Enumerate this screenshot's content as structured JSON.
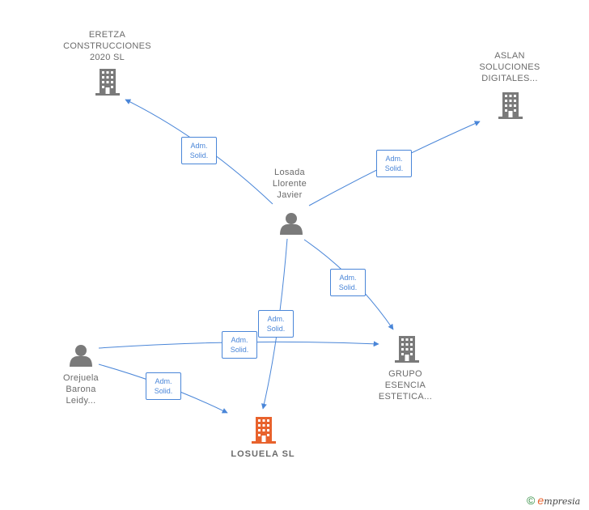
{
  "nodes": {
    "eretza": {
      "lines": [
        "ERETZA",
        "CONSTRUCCIONES",
        "2020  SL"
      ]
    },
    "aslan": {
      "lines": [
        "ASLAN",
        "SOLUCIONES",
        "DIGITALES..."
      ]
    },
    "losada": {
      "lines": [
        "Losada",
        "Llorente",
        "Javier"
      ]
    },
    "orejuela": {
      "lines": [
        "Orejuela",
        "Barona",
        "Leidy..."
      ]
    },
    "grupo": {
      "lines": [
        "GRUPO",
        "ESENCIA",
        "ESTETICA..."
      ]
    },
    "losuela": {
      "lines": [
        "LOSUELA  SL"
      ]
    }
  },
  "edge_labels": {
    "l1": [
      "Adm.",
      "Solid."
    ],
    "l2": [
      "Adm.",
      "Solid."
    ],
    "l3": [
      "Adm.",
      "Solid."
    ],
    "l4": [
      "Adm.",
      "Solid."
    ],
    "l5": [
      "Adm.",
      "Solid."
    ],
    "l6": [
      "Adm.",
      "Solid."
    ]
  },
  "colors": {
    "edge": "#4a86d8",
    "company": "#7a7a7a",
    "company_main": "#e8622c",
    "person": "#7a7a7a"
  },
  "footer": {
    "copyright": "©",
    "brand_e": "e",
    "brand_rest": "mpresia"
  }
}
